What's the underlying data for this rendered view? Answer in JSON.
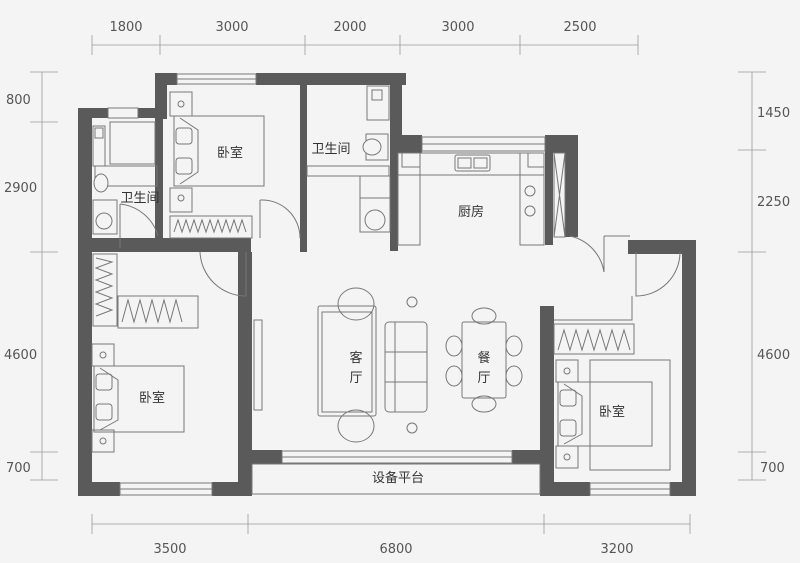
{
  "dimensions": {
    "top": [
      "1800",
      "3000",
      "2000",
      "3000",
      "2500"
    ],
    "bottom": [
      "3500",
      "6800",
      "3200"
    ],
    "left": [
      "800",
      "2900",
      "4600",
      "700"
    ],
    "right": [
      "1450",
      "2250",
      "4600",
      "700"
    ]
  },
  "rooms": {
    "bathroom_left": "卫生间",
    "bedroom_top": "卧室",
    "bathroom_top": "卫生间",
    "kitchen": "厨房",
    "living_1": "客",
    "living_2": "厅",
    "dining_1": "餐",
    "dining_2": "厅",
    "bedroom_left": "卧室",
    "bedroom_right": "卧室",
    "platform": "设备平台"
  },
  "colors": {
    "wall": "#5a5a5a",
    "line": "#777777",
    "background": "#f4f4f4"
  }
}
